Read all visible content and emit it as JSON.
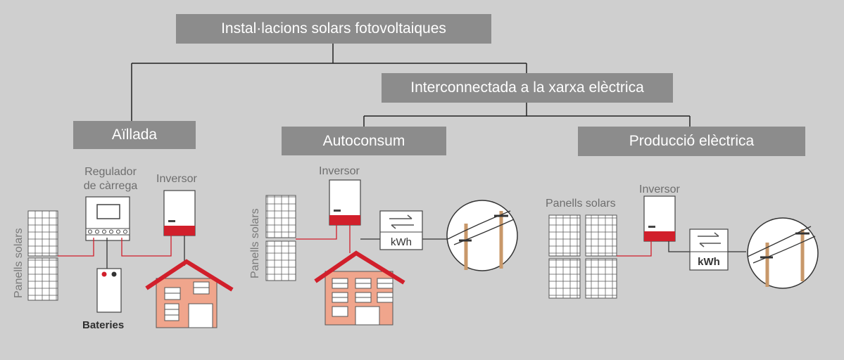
{
  "title": "Instal·lacions solars fotovoltaiques",
  "grid_connected": "Interconnectada a la xarxa elèctrica",
  "categories": {
    "isolated": "Aïllada",
    "self_consumption": "Autoconsum",
    "production": "Producció elèctrica"
  },
  "labels": {
    "charge_regulator_line1": "Regulador",
    "charge_regulator_line2": "de càrrega",
    "inverter": "Inversor",
    "solar_panels": "Panells solars",
    "batteries": "Bateries",
    "kwh": "kWh"
  },
  "colors": {
    "background": "#cfcfcf",
    "box": "#8c8c8c",
    "accent_red": "#d11f2b",
    "house_fill": "#f0a58c",
    "pole": "#c8986a"
  }
}
